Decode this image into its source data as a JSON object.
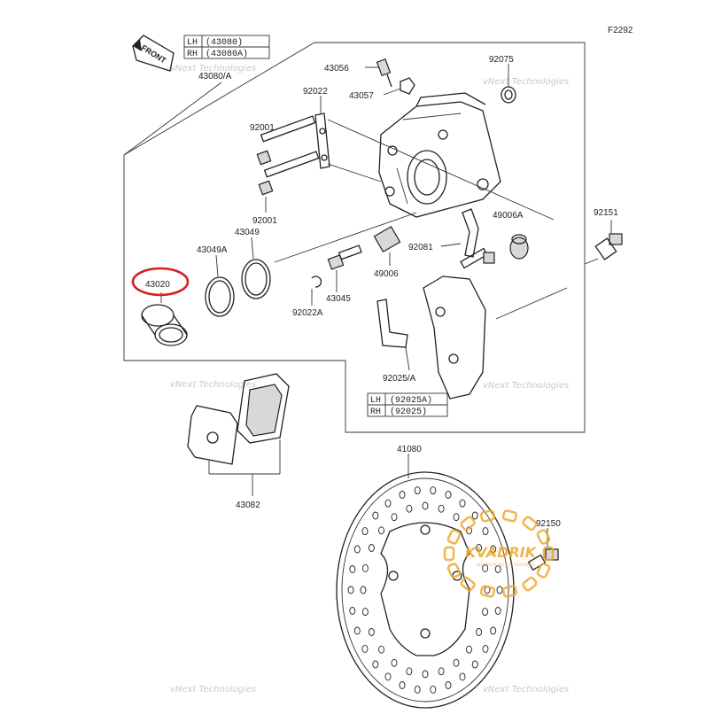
{
  "figure_code": "F2292",
  "front_label": "FRONT",
  "caliper_table": {
    "rows": [
      {
        "side": "LH",
        "part": "(43080)"
      },
      {
        "side": "RH",
        "part": "(43080A)"
      }
    ],
    "assembly_ref": "43080/A"
  },
  "bracket_table": {
    "rows": [
      {
        "side": "LH",
        "part": "(92025A)"
      },
      {
        "side": "RH",
        "part": "(92025)"
      }
    ],
    "assembly_ref": "92025/A"
  },
  "part_labels": {
    "p43056": "43056",
    "p43057": "43057",
    "p92075": "92075",
    "p92022": "92022",
    "p92001_top": "92001",
    "p92001_bottom": "92001",
    "p49006A": "49006A",
    "p92151": "92151",
    "p43049": "43049",
    "p43049A": "43049A",
    "p43020": "43020",
    "p92081": "92081",
    "p49006": "49006",
    "p43045": "43045",
    "p92022A": "92022A",
    "p43082": "43082",
    "p41080": "41080",
    "p92150": "92150"
  },
  "highlighted_part": "43020",
  "highlight_color": "#d42020",
  "watermark_text": "vNext Technologies",
  "logo": {
    "text": "KVADRIK",
    "subtext": "QUADRICYCLES & ACCESSORIES",
    "color": "#f0a92e"
  }
}
